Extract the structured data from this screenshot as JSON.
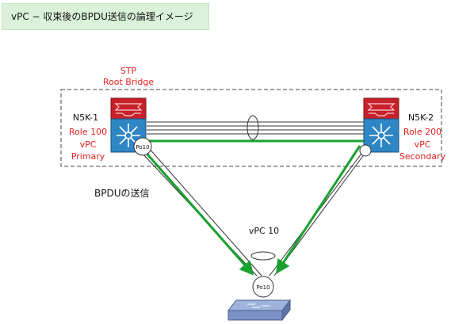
{
  "title": "vPC − 収束後のBPDU送信の論理イメージ",
  "stp_label": {
    "line1": "STP",
    "line2": "Root Bridge"
  },
  "left_switch": {
    "name": "N5K-1",
    "role": "Role 100",
    "vpc": "vPC",
    "state": "Primary",
    "po": "Po10"
  },
  "right_switch": {
    "name": "N5K-2",
    "role": "Role 200",
    "vpc": "vPC",
    "state": "Secondary"
  },
  "bpdu_label": "BPDUの送信",
  "vpc_label": "vPC 10",
  "access_switch": {
    "po": "Po10"
  },
  "colors": {
    "title_bg": "#d9f2d9",
    "red_text": "#e4201c",
    "arrow_green": "#1aa131",
    "switch_red": "#c8202a",
    "switch_blue": "#2f86c4"
  }
}
